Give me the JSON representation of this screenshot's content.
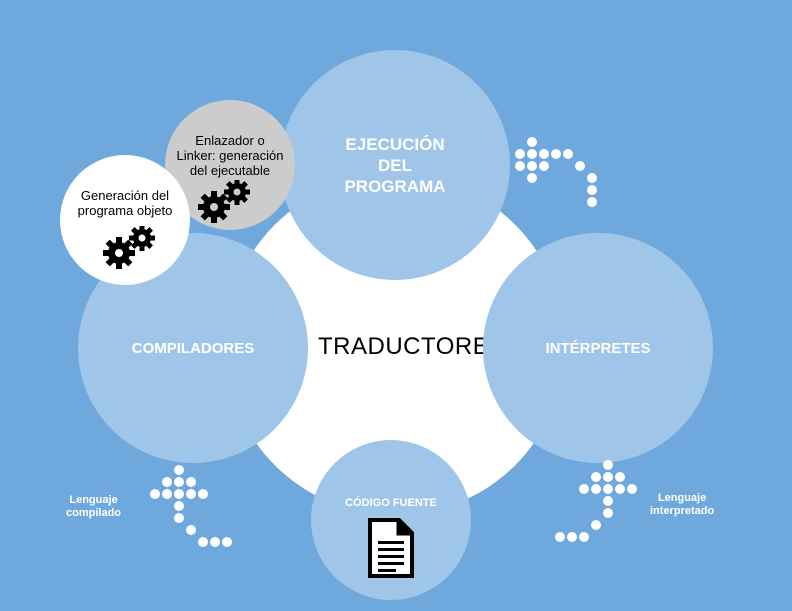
{
  "diagram": {
    "center": "TRADUCTORES",
    "nodes": {
      "ejecucion": "EJECUCIÓN\nDEL\nPROGRAMA",
      "compiladores": "COMPILADORES",
      "interpretes": "INTÉRPRETES",
      "codigo_fuente": "CÓDIGO FUENTE"
    },
    "steps": {
      "generacion": "Generación del\nprograma objeto",
      "enlazador": "Enlazador o\nLinker: generación\ndel ejecutable"
    },
    "notes": {
      "compilado": "Lenguaje\ncompilado",
      "interpretado": "Lenguaje\ninterpretado"
    },
    "icons": {
      "gears": "gears-icon",
      "document": "document-icon",
      "arrows": "dotted-arrow-icon"
    },
    "colors": {
      "background": "#6fa8dc",
      "bubble": "#9fc5e8",
      "white": "#ffffff",
      "linker": "#cccccc"
    }
  }
}
